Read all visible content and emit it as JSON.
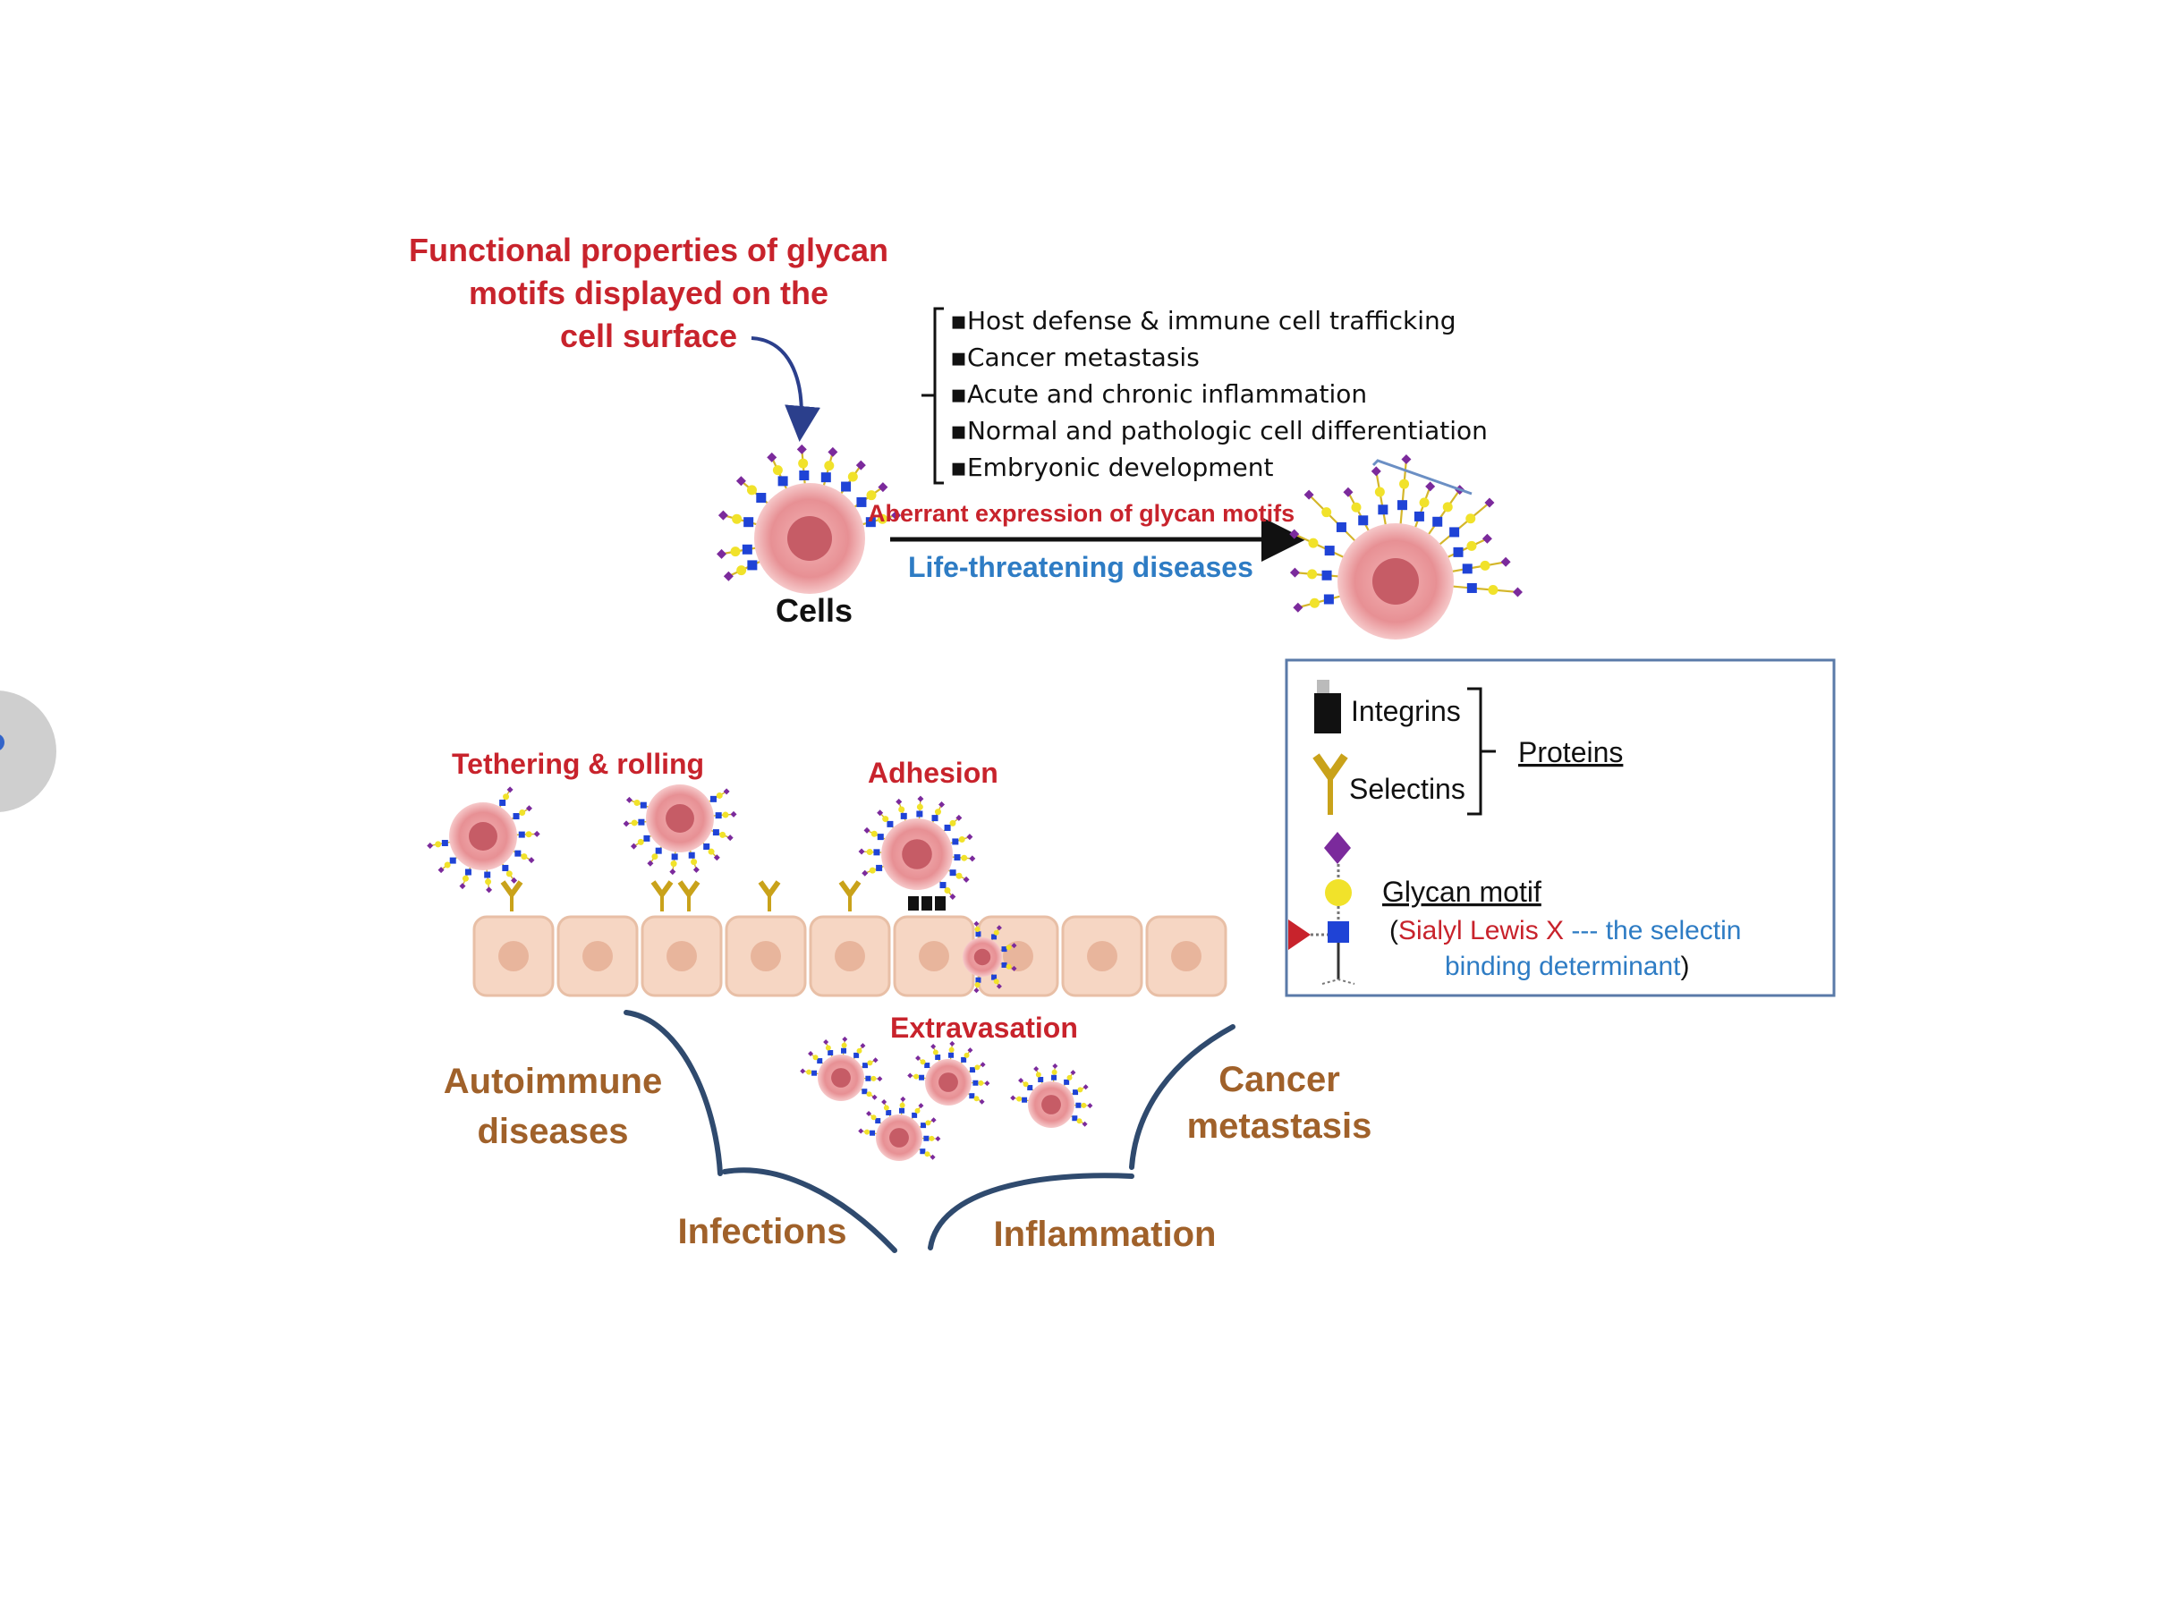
{
  "heading": {
    "line1": "Functional properties of glycan",
    "line2": "motifs displayed on the",
    "line3": "cell surface"
  },
  "functions": [
    "▪Host defense & immune cell trafficking",
    "▪Cancer metastasis",
    "▪Acute and chronic inflammation",
    "▪Normal and pathologic cell differentiation",
    "▪Embryonic development"
  ],
  "arrow": {
    "top": "Aberrant expression of glycan motifs",
    "bottom": "Life-threatening diseases"
  },
  "cells_label": "Cells",
  "steps": {
    "tethering": "Tethering & rolling",
    "adhesion": "Adhesion",
    "extravasation": "Extravasation"
  },
  "diseases": {
    "autoimmune_1": "Autoimmune",
    "autoimmune_2": "diseases",
    "cancer_1": "Cancer",
    "cancer_2": "metastasis",
    "infections": "Infections",
    "inflammation": "Inflammation"
  },
  "legend": {
    "integrins": "Integrins",
    "selectins": "Selectins",
    "proteins": "Proteins",
    "glycan": "Glycan motif",
    "open_paren": "(",
    "slex": "Sialyl Lewis X",
    "dash_text": " --- the selectin",
    "binding": "binding determinant",
    "close_paren": ")"
  },
  "colors": {
    "red_text": "#c8232c",
    "blue_text": "#2e7cc4",
    "brown_text": "#a0612a",
    "curve": "#2f4a6e",
    "cell": "#e79094",
    "nucleus": "#c65c66",
    "endothelium": "#f6d6c3"
  }
}
